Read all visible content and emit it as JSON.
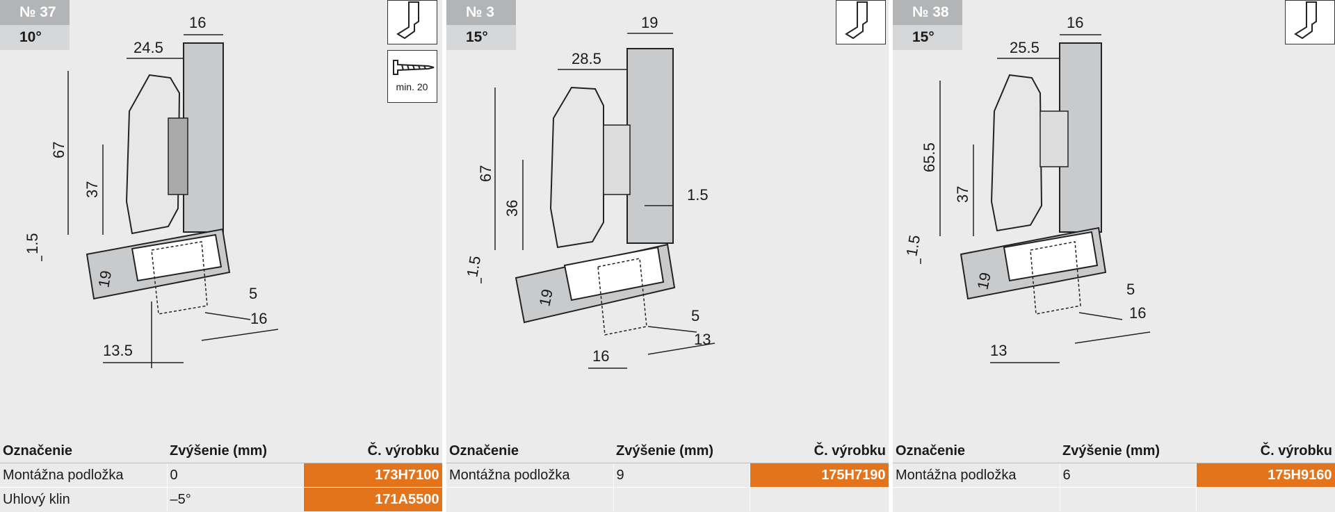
{
  "colors": {
    "accent": "#e3741c",
    "panel_bg": "#ebebec",
    "tag_dark": "#b3b4b6",
    "tag_light": "#d6d7d9"
  },
  "panels": [
    {
      "number": "№ 37",
      "angle": "10°",
      "icons": [
        "hinge-mount-icon",
        "screw-icon"
      ],
      "screw_label": "min. 20",
      "dims": {
        "top": "16",
        "cup": "24.5",
        "h1": "67",
        "h2": "37",
        "gap": "1.5",
        "thick": "19",
        "d1": "5",
        "d2": "16",
        "bottom": "13.5"
      },
      "table": {
        "headers": [
          "Označenie",
          "Zvýšenie (mm)",
          "Č. výrobku"
        ],
        "rows": [
          {
            "name": "Montážna podložka",
            "rise": "0",
            "code": "173H7100"
          },
          {
            "name": "Uhlový klin",
            "rise": "–5°",
            "code": "171A5500"
          }
        ]
      }
    },
    {
      "number": "№ 3",
      "angle": "15°",
      "icons": [
        "hinge-mount-icon"
      ],
      "dims": {
        "top": "19",
        "cup": "28.5",
        "h1": "67",
        "h2": "36",
        "side": "1.5",
        "gap": "1.5",
        "thick": "19",
        "d1": "5",
        "d2": "13",
        "bottom": "16"
      },
      "table": {
        "headers": [
          "Označenie",
          "Zvýšenie (mm)",
          "Č. výrobku"
        ],
        "rows": [
          {
            "name": "Montážna podložka",
            "rise": "9",
            "code": "175H7190"
          }
        ]
      }
    },
    {
      "number": "№ 38",
      "angle": "15°",
      "icons": [
        "hinge-mount-icon"
      ],
      "dims": {
        "top": "16",
        "cup": "25.5",
        "h1": "65.5",
        "h2": "37",
        "gap": "1.5",
        "thick": "19",
        "d1": "5",
        "d2": "16",
        "bottom": "13"
      },
      "table": {
        "headers": [
          "Označenie",
          "Zvýšenie (mm)",
          "Č. výrobku"
        ],
        "rows": [
          {
            "name": "Montážna podložka",
            "rise": "6",
            "code": "175H9160"
          }
        ]
      }
    }
  ]
}
